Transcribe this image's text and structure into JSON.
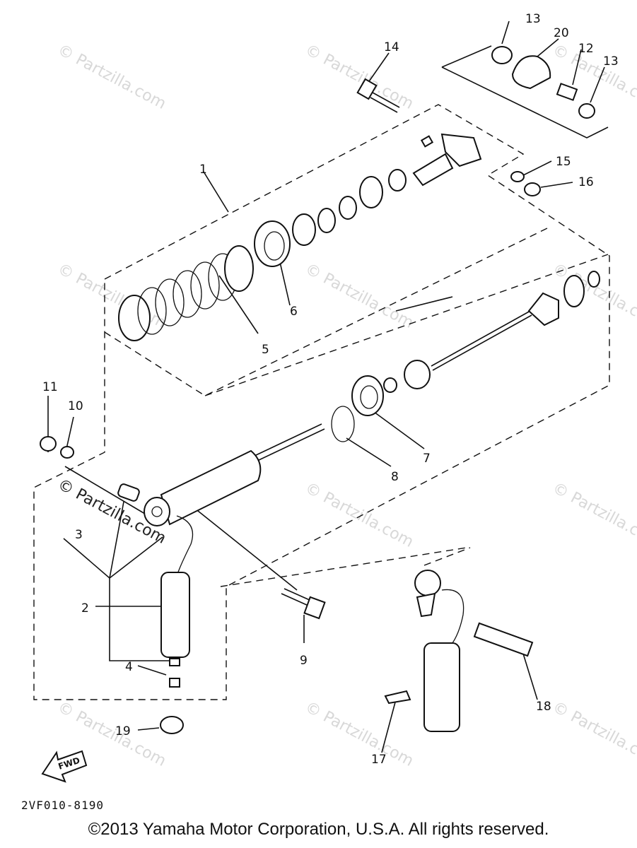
{
  "callouts": [
    "1",
    "2",
    "3",
    "4",
    "5",
    "6",
    "7",
    "8",
    "9",
    "10",
    "11",
    "12",
    "13",
    "13",
    "14",
    "15",
    "16",
    "17",
    "18",
    "19",
    "20"
  ],
  "watermark": "© Partzilla.com",
  "fwd_label": "FWD",
  "diagram_code": "2VF010-8190",
  "copyright": "©2013  Yamaha Motor Corporation, U.S.A. All rights reserved."
}
